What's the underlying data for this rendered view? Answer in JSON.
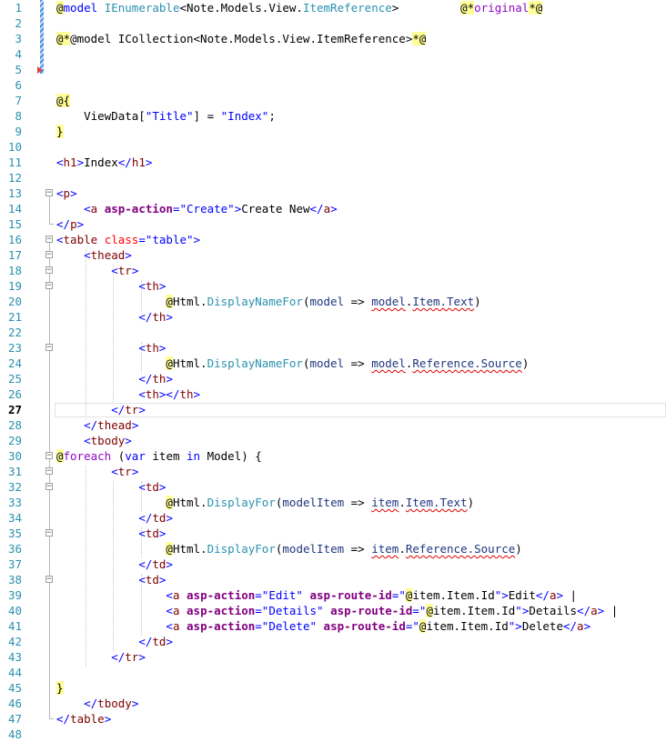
{
  "editor": {
    "current_line": 27,
    "lines": [
      {
        "n": "1",
        "segs": [
          [
            "razor",
            "@"
          ],
          [
            "kw",
            "model "
          ],
          [
            "helper",
            "IEnumerable"
          ],
          [
            "txt",
            "<Note.Models.View."
          ],
          [
            "helper",
            "ItemReference"
          ],
          [
            "txt",
            ">         "
          ],
          [
            "razor",
            "@*"
          ],
          [
            "ctl",
            "original"
          ],
          [
            "razor",
            "*@"
          ]
        ]
      },
      {
        "n": "2",
        "segs": []
      },
      {
        "n": "3",
        "segs": [
          [
            "razor",
            "@*"
          ],
          [
            "txt",
            "@model ICollection<Note.Models.View.ItemReference>"
          ],
          [
            "razor",
            "*@"
          ]
        ]
      },
      {
        "n": "4",
        "segs": []
      },
      {
        "n": "5",
        "segs": []
      },
      {
        "n": "6",
        "segs": []
      },
      {
        "n": "7",
        "segs": [
          [
            "razor",
            "@{"
          ]
        ]
      },
      {
        "n": "8",
        "segs": [
          [
            "txt",
            "    ViewData["
          ],
          [
            "str",
            "\"Title\""
          ],
          [
            "txt",
            "] = "
          ],
          [
            "str",
            "\"Index\""
          ],
          [
            "txt",
            ";"
          ]
        ]
      },
      {
        "n": "9",
        "segs": [
          [
            "razor",
            "}"
          ]
        ]
      },
      {
        "n": "10",
        "segs": []
      },
      {
        "n": "11",
        "segs": [
          [
            "str",
            "<"
          ],
          [
            "tag",
            "h1"
          ],
          [
            "str",
            ">"
          ],
          [
            "txt",
            "Index"
          ],
          [
            "str",
            "</"
          ],
          [
            "tag",
            "h1"
          ],
          [
            "str",
            ">"
          ]
        ]
      },
      {
        "n": "12",
        "segs": []
      },
      {
        "n": "13",
        "segs": [
          [
            "str",
            "<"
          ],
          [
            "tag",
            "p"
          ],
          [
            "str",
            ">"
          ]
        ]
      },
      {
        "n": "14",
        "segs": [
          [
            "txt",
            "    "
          ],
          [
            "str",
            "<"
          ],
          [
            "tag",
            "a "
          ],
          [
            "asp",
            "asp-action"
          ],
          [
            "str",
            "=\"Create\">"
          ],
          [
            "txt",
            "Create New"
          ],
          [
            "str",
            "</"
          ],
          [
            "tag",
            "a"
          ],
          [
            "str",
            ">"
          ]
        ]
      },
      {
        "n": "15",
        "segs": [
          [
            "str",
            "</"
          ],
          [
            "tag",
            "p"
          ],
          [
            "str",
            ">"
          ]
        ]
      },
      {
        "n": "16",
        "segs": [
          [
            "str",
            "<"
          ],
          [
            "tag",
            "table "
          ],
          [
            "attr",
            "class"
          ],
          [
            "str",
            "=\"table\">"
          ]
        ]
      },
      {
        "n": "17",
        "segs": [
          [
            "txt",
            "    "
          ],
          [
            "str",
            "<"
          ],
          [
            "tag",
            "thead"
          ],
          [
            "str",
            ">"
          ]
        ]
      },
      {
        "n": "18",
        "segs": [
          [
            "txt",
            "        "
          ],
          [
            "str",
            "<"
          ],
          [
            "tag",
            "tr"
          ],
          [
            "str",
            ">"
          ]
        ]
      },
      {
        "n": "19",
        "segs": [
          [
            "txt",
            "            "
          ],
          [
            "str",
            "<"
          ],
          [
            "tag",
            "th"
          ],
          [
            "str",
            ">"
          ]
        ]
      },
      {
        "n": "20",
        "segs": [
          [
            "txt",
            "                "
          ],
          [
            "razor",
            "@"
          ],
          [
            "txt",
            "Html."
          ],
          [
            "helper",
            "DisplayNameFor"
          ],
          [
            "txt",
            "("
          ],
          [
            "param",
            "model"
          ],
          [
            "txt",
            " => "
          ],
          [
            "sq",
            "model"
          ],
          [
            "txt",
            "."
          ],
          [
            "sq",
            "Item.Text"
          ],
          [
            "txt",
            ")"
          ]
        ]
      },
      {
        "n": "21",
        "segs": [
          [
            "txt",
            "            "
          ],
          [
            "str",
            "</"
          ],
          [
            "tag",
            "th"
          ],
          [
            "str",
            ">"
          ]
        ]
      },
      {
        "n": "22",
        "segs": []
      },
      {
        "n": "23",
        "segs": [
          [
            "txt",
            "            "
          ],
          [
            "str",
            "<"
          ],
          [
            "tag",
            "th"
          ],
          [
            "str",
            ">"
          ]
        ]
      },
      {
        "n": "24",
        "segs": [
          [
            "txt",
            "                "
          ],
          [
            "razor",
            "@"
          ],
          [
            "txt",
            "Html."
          ],
          [
            "helper",
            "DisplayNameFor"
          ],
          [
            "txt",
            "("
          ],
          [
            "param",
            "model"
          ],
          [
            "txt",
            " => "
          ],
          [
            "sq",
            "model"
          ],
          [
            "txt",
            "."
          ],
          [
            "sq",
            "Reference.Source"
          ],
          [
            "txt",
            ")"
          ]
        ]
      },
      {
        "n": "25",
        "segs": [
          [
            "txt",
            "            "
          ],
          [
            "str",
            "</"
          ],
          [
            "tag",
            "th"
          ],
          [
            "str",
            ">"
          ]
        ]
      },
      {
        "n": "26",
        "segs": [
          [
            "txt",
            "            "
          ],
          [
            "str",
            "<"
          ],
          [
            "tag",
            "th"
          ],
          [
            "str",
            "></"
          ],
          [
            "tag",
            "th"
          ],
          [
            "str",
            ">"
          ]
        ]
      },
      {
        "n": "27",
        "segs": [
          [
            "txt",
            "        "
          ],
          [
            "str",
            "</"
          ],
          [
            "tag",
            "tr"
          ],
          [
            "str",
            ">"
          ]
        ]
      },
      {
        "n": "28",
        "segs": [
          [
            "txt",
            "    "
          ],
          [
            "str",
            "</"
          ],
          [
            "tag",
            "thead"
          ],
          [
            "str",
            ">"
          ]
        ]
      },
      {
        "n": "29",
        "segs": [
          [
            "txt",
            "    "
          ],
          [
            "str",
            "<"
          ],
          [
            "tag",
            "tbody"
          ],
          [
            "str",
            ">"
          ]
        ]
      },
      {
        "n": "30",
        "segs": [
          [
            "razor",
            "@"
          ],
          [
            "ctl",
            "foreach"
          ],
          [
            "txt",
            " ("
          ],
          [
            "kw",
            "var "
          ],
          [
            "txt",
            "item "
          ],
          [
            "kw",
            "in "
          ],
          [
            "txt",
            "Model) {"
          ]
        ]
      },
      {
        "n": "31",
        "segs": [
          [
            "txt",
            "        "
          ],
          [
            "str",
            "<"
          ],
          [
            "tag",
            "tr"
          ],
          [
            "str",
            ">"
          ]
        ]
      },
      {
        "n": "32",
        "segs": [
          [
            "txt",
            "            "
          ],
          [
            "str",
            "<"
          ],
          [
            "tag",
            "td"
          ],
          [
            "str",
            ">"
          ]
        ]
      },
      {
        "n": "33",
        "segs": [
          [
            "txt",
            "                "
          ],
          [
            "razor",
            "@"
          ],
          [
            "txt",
            "Html."
          ],
          [
            "helper",
            "DisplayFor"
          ],
          [
            "txt",
            "("
          ],
          [
            "param",
            "modelItem"
          ],
          [
            "txt",
            " => "
          ],
          [
            "sq",
            "item"
          ],
          [
            "txt",
            "."
          ],
          [
            "sq",
            "Item.Text"
          ],
          [
            "txt",
            ")"
          ]
        ]
      },
      {
        "n": "34",
        "segs": [
          [
            "txt",
            "            "
          ],
          [
            "str",
            "</"
          ],
          [
            "tag",
            "td"
          ],
          [
            "str",
            ">"
          ]
        ]
      },
      {
        "n": "35",
        "segs": [
          [
            "txt",
            "            "
          ],
          [
            "str",
            "<"
          ],
          [
            "tag",
            "td"
          ],
          [
            "str",
            ">"
          ]
        ]
      },
      {
        "n": "36",
        "segs": [
          [
            "txt",
            "                "
          ],
          [
            "razor",
            "@"
          ],
          [
            "txt",
            "Html."
          ],
          [
            "helper",
            "DisplayFor"
          ],
          [
            "txt",
            "("
          ],
          [
            "param",
            "modelItem"
          ],
          [
            "txt",
            " => "
          ],
          [
            "sq",
            "item"
          ],
          [
            "txt",
            "."
          ],
          [
            "sq",
            "Reference.Source"
          ],
          [
            "txt",
            ")"
          ]
        ]
      },
      {
        "n": "37",
        "segs": [
          [
            "txt",
            "            "
          ],
          [
            "str",
            "</"
          ],
          [
            "tag",
            "td"
          ],
          [
            "str",
            ">"
          ]
        ]
      },
      {
        "n": "38",
        "segs": [
          [
            "txt",
            "            "
          ],
          [
            "str",
            "<"
          ],
          [
            "tag",
            "td"
          ],
          [
            "str",
            ">"
          ]
        ]
      },
      {
        "n": "39",
        "segs": [
          [
            "txt",
            "                "
          ],
          [
            "str",
            "<"
          ],
          [
            "tag",
            "a "
          ],
          [
            "asp",
            "asp-action"
          ],
          [
            "str",
            "=\"Edit\" "
          ],
          [
            "asp",
            "asp-route-id"
          ],
          [
            "str",
            "=\""
          ],
          [
            "razor",
            "@"
          ],
          [
            "txt",
            "item.Item.Id"
          ],
          [
            "str",
            "\">"
          ],
          [
            "txt",
            "Edit"
          ],
          [
            "str",
            "</"
          ],
          [
            "tag",
            "a"
          ],
          [
            "str",
            ">"
          ],
          [
            "txt",
            " |"
          ]
        ]
      },
      {
        "n": "40",
        "segs": [
          [
            "txt",
            "                "
          ],
          [
            "str",
            "<"
          ],
          [
            "tag",
            "a "
          ],
          [
            "asp",
            "asp-action"
          ],
          [
            "str",
            "=\"Details\" "
          ],
          [
            "asp",
            "asp-route-id"
          ],
          [
            "str",
            "=\""
          ],
          [
            "razor",
            "@"
          ],
          [
            "txt",
            "item.Item.Id"
          ],
          [
            "str",
            "\">"
          ],
          [
            "txt",
            "Details"
          ],
          [
            "str",
            "</"
          ],
          [
            "tag",
            "a"
          ],
          [
            "str",
            ">"
          ],
          [
            "txt",
            " |"
          ]
        ]
      },
      {
        "n": "41",
        "segs": [
          [
            "txt",
            "                "
          ],
          [
            "str",
            "<"
          ],
          [
            "tag",
            "a "
          ],
          [
            "asp",
            "asp-action"
          ],
          [
            "str",
            "=\"Delete\" "
          ],
          [
            "asp",
            "asp-route-id"
          ],
          [
            "str",
            "=\""
          ],
          [
            "razor",
            "@"
          ],
          [
            "txt",
            "item.Item.Id"
          ],
          [
            "str",
            "\">"
          ],
          [
            "txt",
            "Delete"
          ],
          [
            "str",
            "</"
          ],
          [
            "tag",
            "a"
          ],
          [
            "str",
            ">"
          ]
        ]
      },
      {
        "n": "42",
        "segs": [
          [
            "txt",
            "            "
          ],
          [
            "str",
            "</"
          ],
          [
            "tag",
            "td"
          ],
          [
            "str",
            ">"
          ]
        ]
      },
      {
        "n": "43",
        "segs": [
          [
            "txt",
            "        "
          ],
          [
            "str",
            "</"
          ],
          [
            "tag",
            "tr"
          ],
          [
            "str",
            ">"
          ]
        ]
      },
      {
        "n": "44",
        "segs": []
      },
      {
        "n": "45",
        "segs": [
          [
            "razor",
            "}"
          ]
        ]
      },
      {
        "n": "46",
        "segs": [
          [
            "txt",
            "    "
          ],
          [
            "str",
            "</"
          ],
          [
            "tag",
            "tbody"
          ],
          [
            "str",
            ">"
          ]
        ]
      },
      {
        "n": "47",
        "segs": [
          [
            "str",
            "</"
          ],
          [
            "tag",
            "table"
          ],
          [
            "str",
            ">"
          ]
        ]
      },
      {
        "n": "48",
        "segs": []
      }
    ]
  }
}
